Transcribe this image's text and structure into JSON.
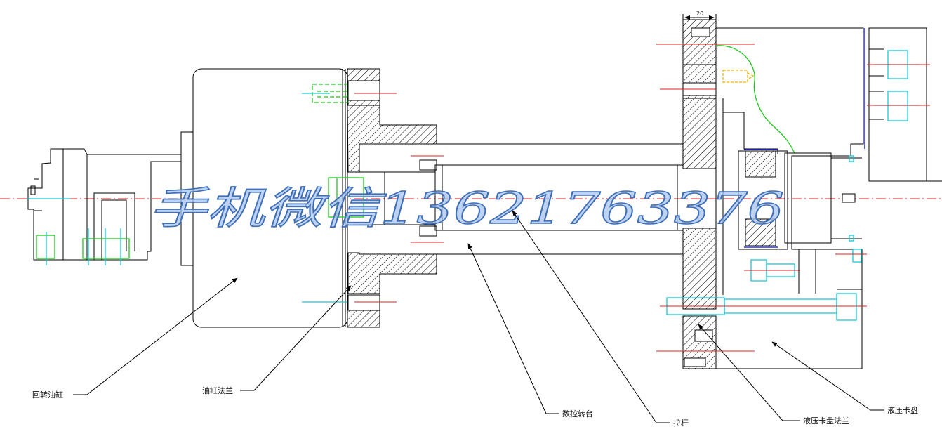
{
  "dimension": {
    "value": "20"
  },
  "labels": {
    "rotary_cylinder": "回转油缸",
    "cylinder_flange": "油缸法兰",
    "cnc_rotary_table": "数控转台",
    "pull_rod": "拉杆",
    "chuck_flange": "液压卡盘法兰",
    "hydraulic_chuck": "液压卡盘"
  },
  "watermark": {
    "text": "手机微信13621763376"
  },
  "colors": {
    "outline": "#000000",
    "centerline": "#e32222",
    "cyan": "#19c8d8",
    "green": "#1ec81e",
    "blue": "#2a2ad0",
    "watermark": "#a8c4ec"
  }
}
